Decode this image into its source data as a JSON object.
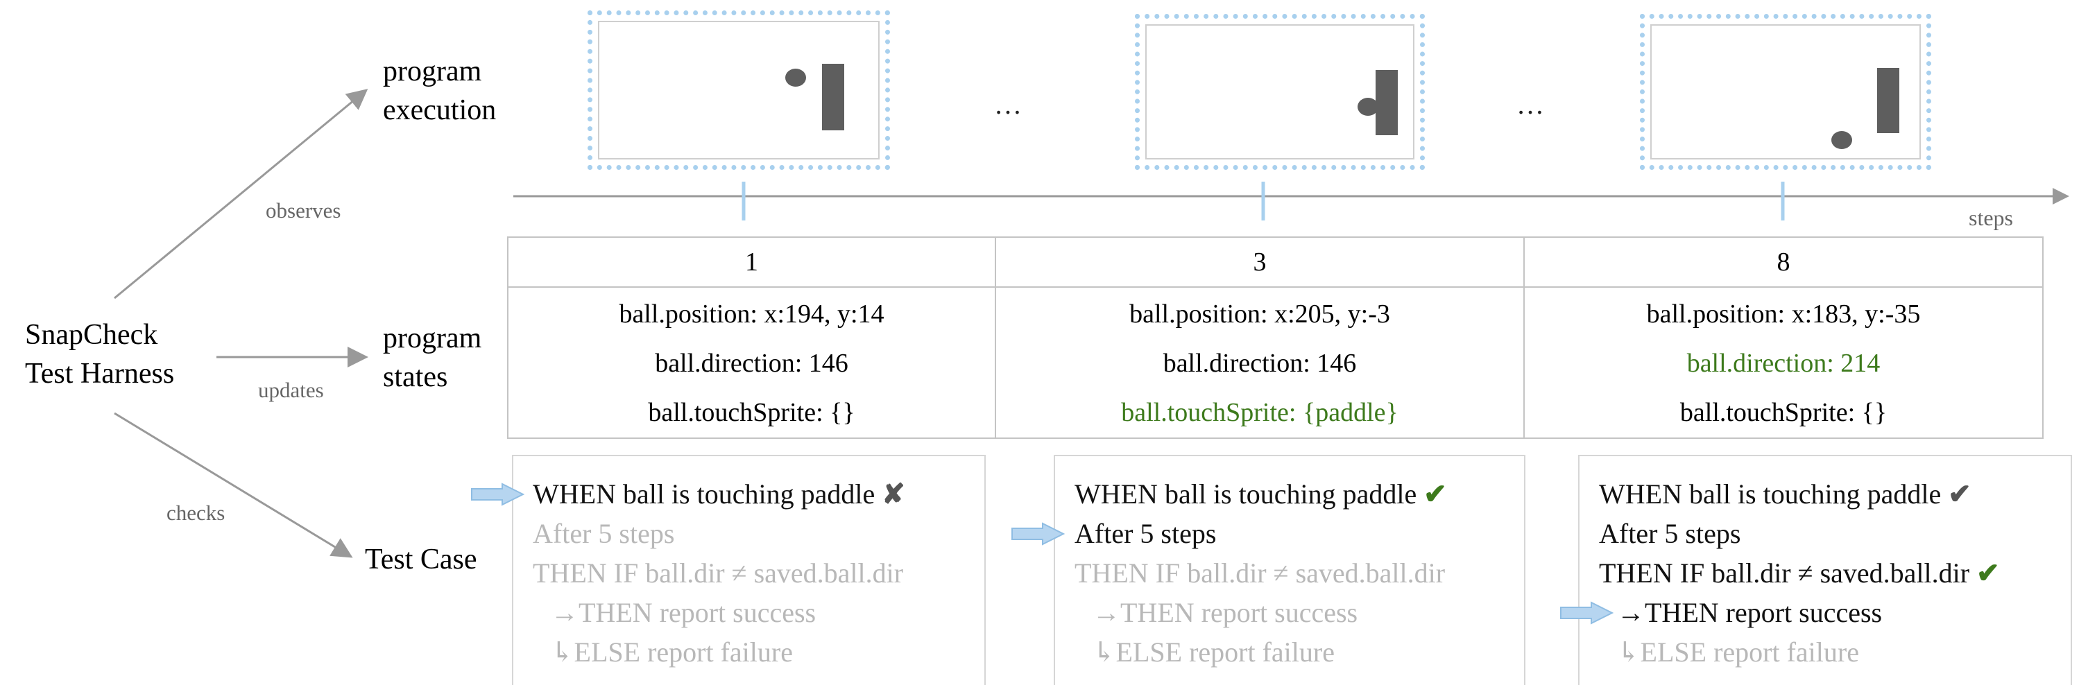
{
  "harness": {
    "line1": "SnapCheck",
    "line2": "Test Harness"
  },
  "rows": {
    "execution": {
      "line1": "program",
      "line2": "execution"
    },
    "states": {
      "line1": "program",
      "line2": "states"
    },
    "testcase": "Test Case"
  },
  "edges": {
    "observes": "observes",
    "updates": "updates",
    "checks": "checks"
  },
  "ellipsis": "…",
  "axis_label": "steps",
  "colors": {
    "frame": "#a8d0ee",
    "highlight": "#3d7a1c",
    "disabled": "#b8b8b8"
  },
  "steps": [
    {
      "step": "1",
      "position": "ball.position: x:194, y:14",
      "direction": "ball.direction: 146",
      "touch": "ball.touchSprite: {}"
    },
    {
      "step": "3",
      "position": "ball.position: x:205, y:-3",
      "direction": "ball.direction: 146",
      "touch": "ball.touchSprite: {paddle}"
    },
    {
      "step": "8",
      "position": "ball.position: x:183, y:-35",
      "direction": "ball.direction: 214",
      "touch": "ball.touchSprite: {}"
    }
  ],
  "test_cases": [
    {
      "when": "WHEN ball is touching paddle",
      "when_mark": "✘",
      "after": "After 5 steps",
      "then_if_a": "THEN IF ball.dir",
      "then_if_b": "≠ saved.ball.dir",
      "then_mark": "",
      "success": "→THEN report success",
      "failure": "↳ELSE report failure"
    },
    {
      "when": "WHEN ball is touching paddle",
      "when_mark": "✔",
      "after": "After 5 steps",
      "then_if_a": "THEN IF ball.dir",
      "then_if_b": " ≠ saved.ball.dir",
      "then_mark": "",
      "success": "→THEN report success",
      "failure": "↳ELSE report failure"
    },
    {
      "when": "WHEN ball is touching paddle",
      "when_mark": "✔",
      "after": "After 5 steps",
      "then_if_a": "THEN IF ball.dir",
      "then_if_b": " ≠ saved.ball.dir",
      "then_mark": "✔",
      "success": "→THEN report success",
      "failure": "↳ELSE report failure"
    }
  ]
}
